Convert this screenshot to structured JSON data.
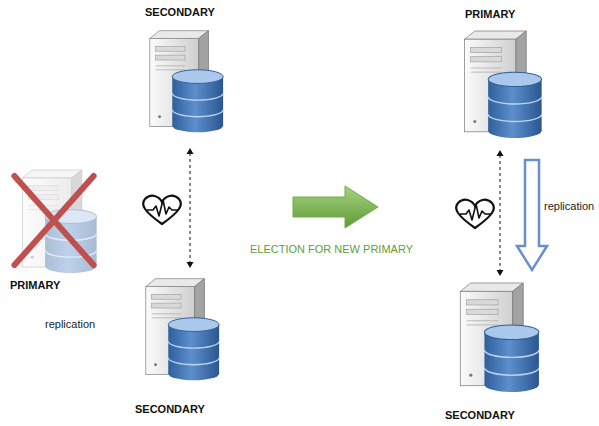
{
  "diagram": {
    "nodes": [
      {
        "text": [
          "SECONDARY"
        ]
      },
      {
        "text": [
          "PRIMARY"
        ]
      },
      {
        "text": [
          "SECONDARY"
        ]
      },
      {
        "text": [
          "PRIMARY"
        ]
      },
      {
        "text": [
          "SECONDARY"
        ]
      }
    ],
    "edges": [
      {
        "from": 0,
        "to": 2,
        "arrow": "both"
      },
      {
        "from": 3,
        "to": 4,
        "arrow": "both"
      },
      {
        "from": 3,
        "to": 4,
        "label": "replication",
        "arrow": "to"
      }
    ],
    "labels": [
      "replication",
      "ELECTION FOR NEW PRIMARY"
    ]
  }
}
